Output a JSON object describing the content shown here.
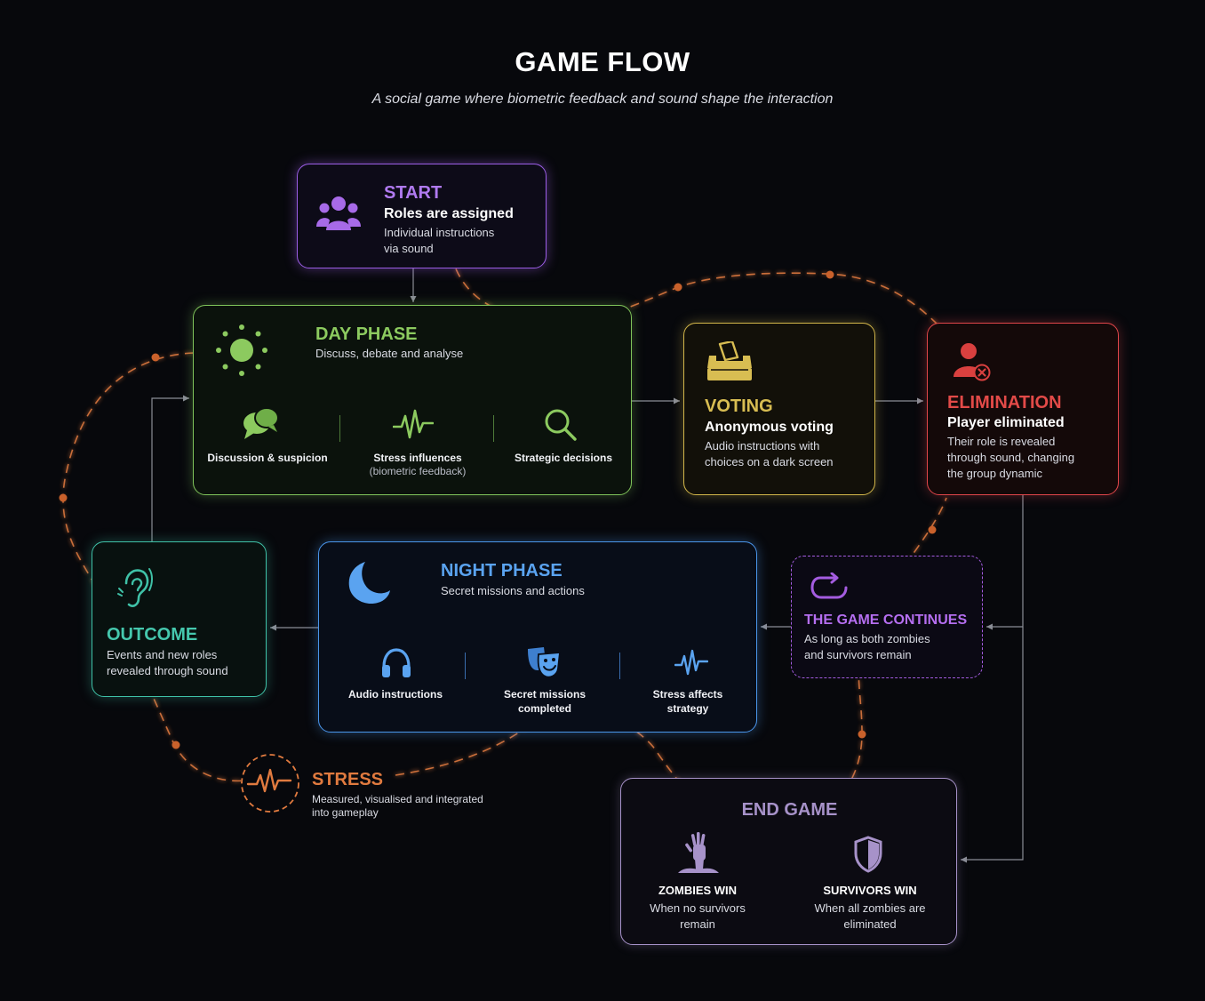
{
  "header": {
    "title": "GAME FLOW",
    "subtitle": "A social game where biometric feedback and sound shape the interaction"
  },
  "colors": {
    "start": "#9b5de5",
    "day": "#7fc35a",
    "voting": "#d2b64a",
    "elimination": "#e0464a",
    "outcome": "#3fc1a7",
    "night": "#4a95ea",
    "continues": "#a45ce0",
    "stress": "#e07a3f",
    "end": "#a792c9",
    "connector": "#8a8d96"
  },
  "start": {
    "title": "START",
    "subtitle": "Roles are assigned",
    "desc_line1": "Individual instructions",
    "desc_line2": "via sound",
    "icon": "users-icon"
  },
  "day": {
    "title": "DAY PHASE",
    "desc": "Discuss, debate and analyse",
    "icon": "sun-icon",
    "items": [
      {
        "label": "Discussion & suspicion",
        "icon": "chat-bubbles-icon"
      },
      {
        "label": "Stress influences",
        "note": "(biometric feedback)",
        "icon": "pulse-icon"
      },
      {
        "label": "Strategic decisions",
        "icon": "search-icon"
      }
    ]
  },
  "voting": {
    "title": "VOTING",
    "subtitle": "Anonymous voting",
    "desc_line1": "Audio instructions with",
    "desc_line2": "choices on a dark screen",
    "icon": "ballot-box-icon"
  },
  "elimination": {
    "title": "ELIMINATION",
    "subtitle": "Player eliminated",
    "desc_line1": "Their role is revealed",
    "desc_line2": "through sound, changing",
    "desc_line3": "the group dynamic",
    "icon": "user-removed-icon"
  },
  "outcome": {
    "title": "OUTCOME",
    "desc_line1": "Events and new roles",
    "desc_line2": "revealed through sound",
    "icon": "ear-icon"
  },
  "night": {
    "title": "NIGHT PHASE",
    "desc": "Secret missions and actions",
    "icon": "moon-icon",
    "items": [
      {
        "label_line1": "Audio instructions",
        "label_line2": "",
        "icon": "headphones-icon"
      },
      {
        "label_line1": "Secret missions",
        "label_line2": "completed",
        "icon": "masks-icon"
      },
      {
        "label_line1": "Stress affects",
        "label_line2": "strategy",
        "icon": "pulse-icon"
      }
    ]
  },
  "continues": {
    "title": "THE GAME CONTINUES",
    "desc_line1": "As long as both zombies",
    "desc_line2": "and survivors remain",
    "icon": "loop-arrow-icon"
  },
  "stress": {
    "title": "STRESS",
    "desc_line1": "Measured, visualised and integrated",
    "desc_line2": "into gameplay",
    "icon": "pulse-circle-icon"
  },
  "end": {
    "title": "END GAME",
    "zombies_title": "ZOMBIES WIN",
    "zombies_line1": "When no survivors",
    "zombies_line2": "remain",
    "survivors_title": "SURVIVORS WIN",
    "survivors_line1": "When all zombies are",
    "survivors_line2": "eliminated",
    "zombie_icon": "zombie-hand-icon",
    "survivor_icon": "shield-icon"
  }
}
